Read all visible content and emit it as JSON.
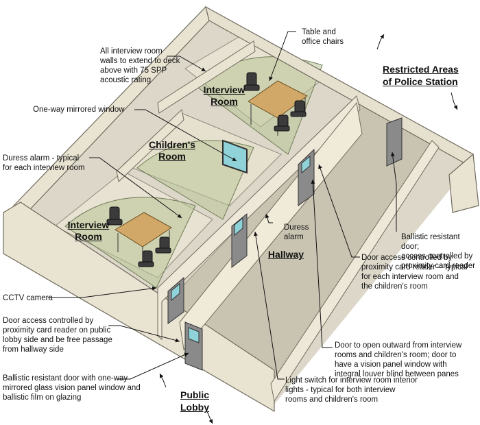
{
  "rooms": {
    "interview_top": "Interview\nRoom",
    "childrens": "Children's\nRoom",
    "interview_bottom": "Interview\nRoom",
    "hallway": "Hallway",
    "duress": "Duress\nalarm"
  },
  "areas": {
    "restricted": "Restricted Areas\nof Police Station",
    "public": "Public\nLobby"
  },
  "callouts": {
    "walls": "All interview room\nwalls to extend to deck\nabove with 75 SPP\nacoustic rating",
    "table": "Table and\noffice chairs",
    "mirror": "One-way mirrored window",
    "duress_typical": "Duress alarm - typical\nfor each interview room",
    "cctv": "CCTV camera",
    "door_lobby": "Door access controlled by\nproximity card reader on public\nlobby side and be free passage\nfrom hallway side",
    "ballistic_lobby": "Ballistic resistant door with one-way\nmirrored glass vision panel window and\nballistic film on glazing",
    "ballistic_restricted": "Ballistic resistant door;\naccess controlled by\nproximity card reader",
    "door_interview": "Door access controlled by\nproximity card reader -- typical\nfor each interview room and\nthe children's room",
    "door_outward": "Door to open outward from interview\nrooms and children's room; door to\nhave a vision panel window with\nintegral louver blind between panes",
    "light_switch": "Light switch for interview room interior\nlights - typical for both interview\nrooms and children's room"
  },
  "colors": {
    "wall": "#e9e3d2",
    "floor": "#d8d3c6",
    "hall_floor": "#cfcab8",
    "door": "#8a8a8a",
    "glass": "#8fd3d8",
    "table": "#d2a868",
    "cctv_cone": "#b9c79a"
  }
}
